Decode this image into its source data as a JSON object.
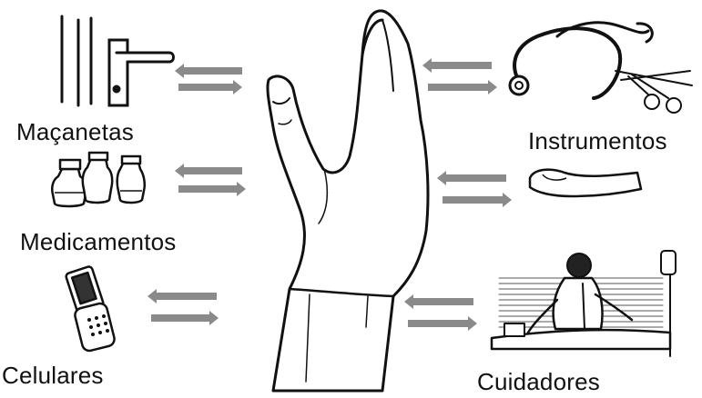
{
  "labels": {
    "macanetas": "Maçanetas",
    "medicamentos": "Medicamentos",
    "celulares": "Celulares",
    "instrumentos": "Instrumentos",
    "cuidadores": "Cuidadores"
  },
  "icons": {
    "center": "hand-icon",
    "macanetas": "door-handle-icon",
    "medicamentos": "medicine-bottles-icon",
    "celulares": "cell-phone-icon",
    "instrumentos": "stethoscope-scissors-icon",
    "patient": "patient-hand-icon",
    "cuidadores": "caregiver-icon"
  },
  "colors": {
    "arrow": "#8a8a8a",
    "line": "#111111"
  }
}
